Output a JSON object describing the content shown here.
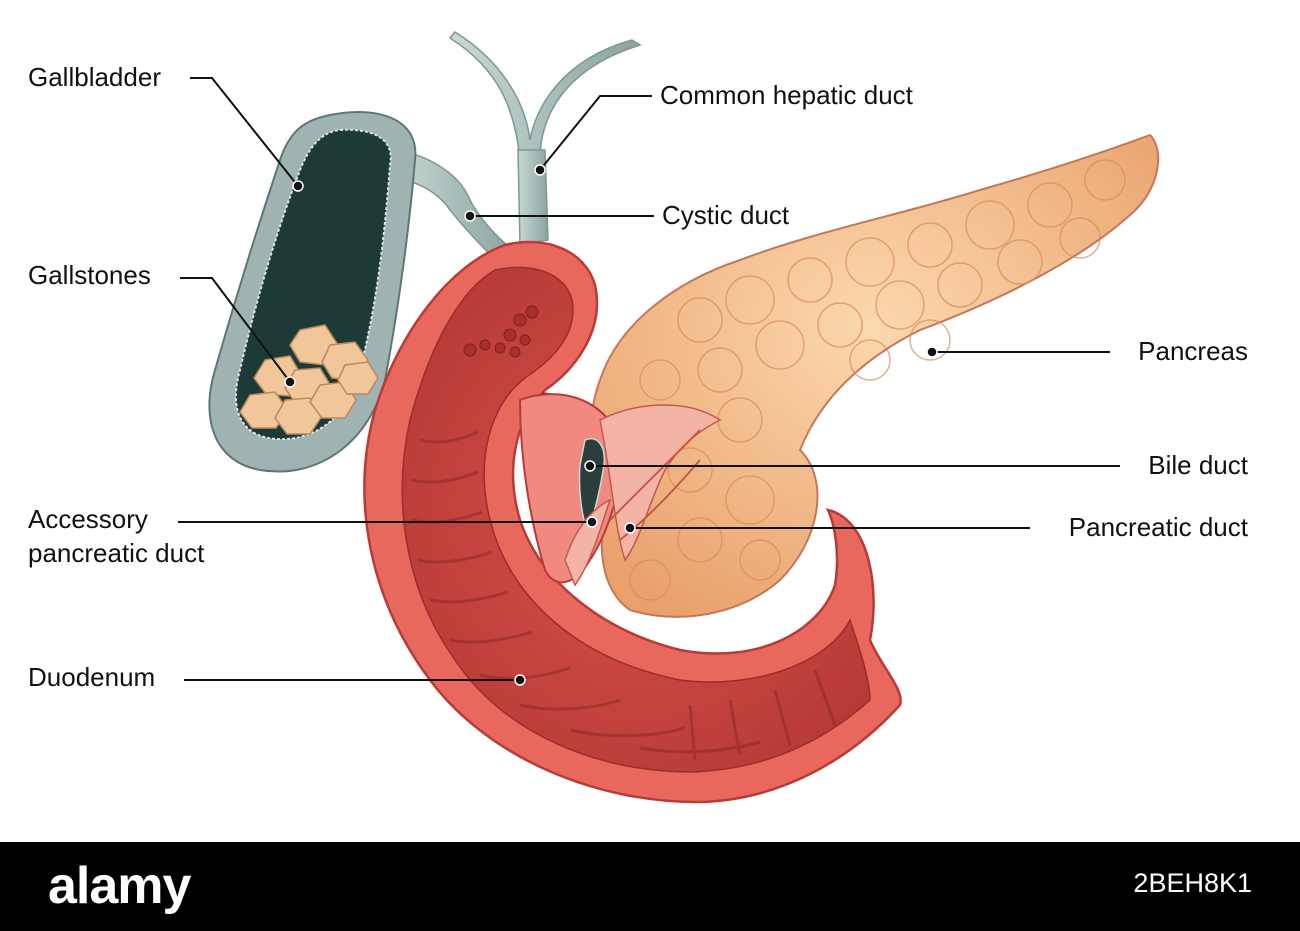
{
  "labels": {
    "gallbladder": "Gallbladder",
    "gallstones": "Gallstones",
    "accessory_line1": "Accessory",
    "accessory_line2": "pancreatic duct",
    "duodenum": "Duodenum",
    "common_hepatic_duct": "Common hepatic duct",
    "cystic_duct": "Cystic duct",
    "pancreas": "Pancreas",
    "bile_duct": "Bile duct",
    "pancreatic_duct": "Pancreatic duct"
  },
  "footer": {
    "brand": "alamy",
    "image_id": "2BEH8K1"
  },
  "colors": {
    "gallbladder": "#9fb3b2",
    "gallbladder_inner": "#1e3a36",
    "gallstone": "#f0c69a",
    "duodenum": "#e8685e",
    "duodenum_dark": "#c2403a",
    "pancreas": "#f4c08e",
    "duct": "#a9c2be"
  }
}
